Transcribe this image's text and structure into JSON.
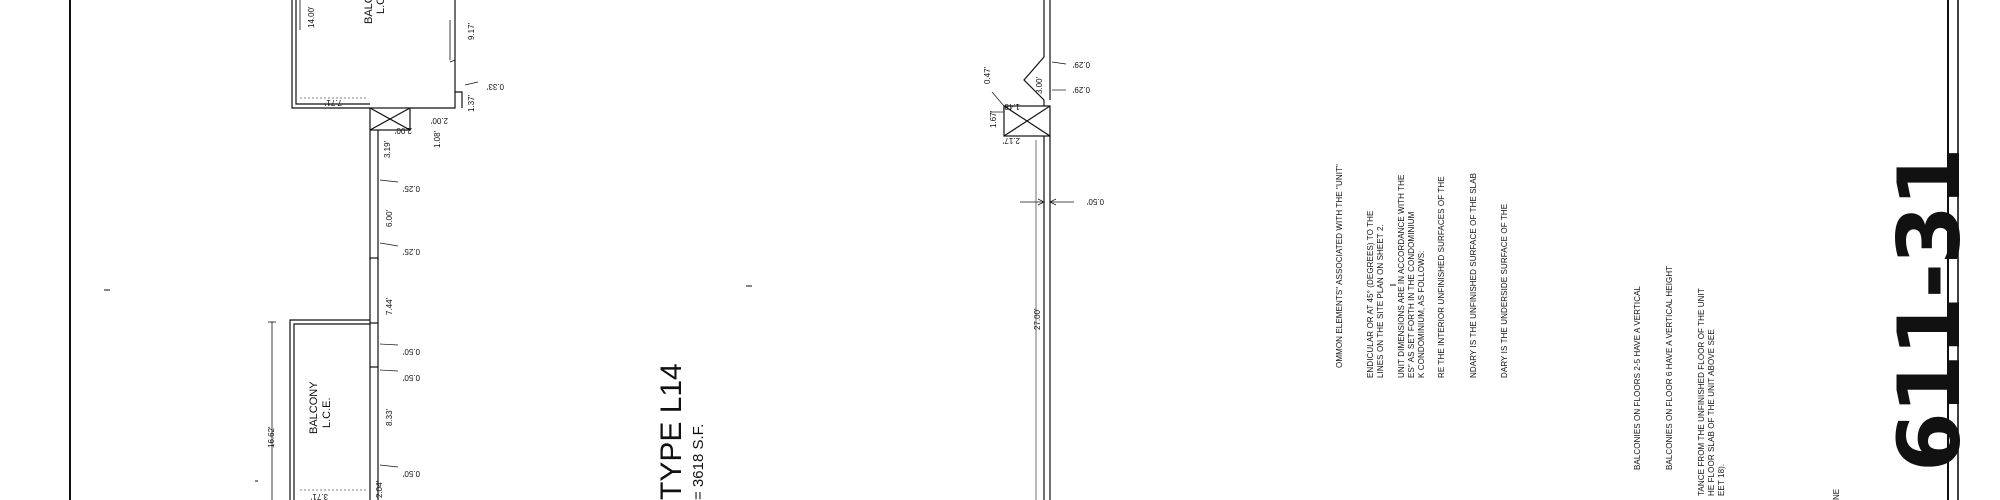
{
  "drawing": {
    "unit_type_label": "TYPE L14",
    "unit_area_label": "= 3618 S.F.",
    "handwritten_page_number": "611-31",
    "corner_fragment": "NE"
  },
  "balconies": [
    {
      "name": "BALCO",
      "subname": "L.C"
    },
    {
      "name": "BALCONY",
      "subname": "L.C.E."
    }
  ],
  "dimensions": {
    "left_plan": [
      "14.00'",
      "7.71'",
      "9.17'",
      "0.33'",
      "1.37'",
      "2.00'",
      "2.00'",
      "1.08'",
      "3.19'",
      "0.25'",
      "6.00'",
      "0.25'",
      "7.44'",
      "0.50'",
      "0.50'",
      "16.62'",
      "8.33'",
      "0.50'",
      "3.71'",
      "2.04'"
    ],
    "right_plan": [
      "0.47'",
      "3.00'",
      "0.29'",
      "0.29'",
      "1.67'",
      "2.17'",
      "1.48'",
      "0.50'",
      "27.00'"
    ]
  },
  "notes": [
    "OMMON ELEMENTS\" ASSOCIATED WITH THE \"UNIT\"",
    "ENDICULAR OR AT 45° (DEGREES) TO THE",
    "LINES ON THE SITE PLAN ON SHEET 2.",
    "UNIT DIMENSIONS ARE IN ACCORDANCE WITH THE",
    "ES\" AS SET FORTH IN THE CONDOMINIUM",
    "K CONDOMINIUM, AS FOLLOWS:",
    "RE THE INTERIOR UNFINISHED SURFACES OF THE",
    "NDARY IS THE UNFINISHED SURFACE OF THE SLAB",
    "DARY IS THE UNDERSIDE SURFACE OF THE",
    "BALCONIES ON FLOORS 2-5 HAVE A VERTICAL",
    "BALCONIES ON FLOOR 6 HAVE A VERTICAL HEIGHT",
    "TANCE FROM THE UNFINISHED FLOOR OF THE UNIT",
    "HE FLOOR SLAB OF THE UNIT ABOVE SEE",
    "EET 18)."
  ]
}
